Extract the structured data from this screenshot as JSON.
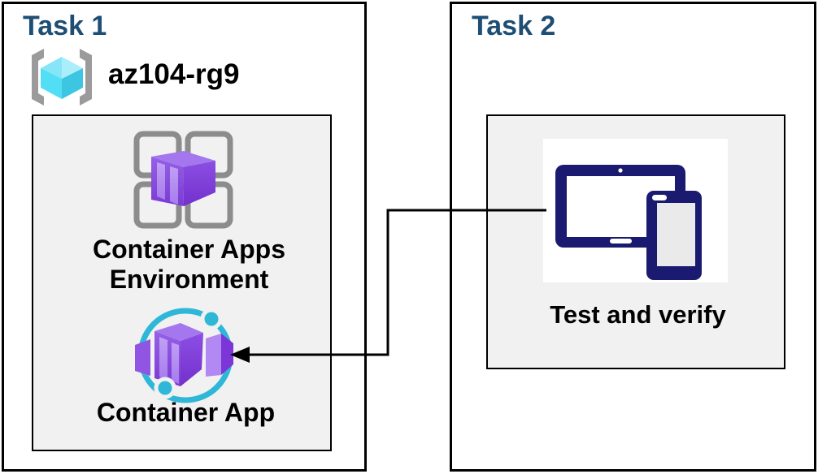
{
  "task1": {
    "title": "Task 1",
    "resource_group_name": "az104-rg9",
    "environment_label_line1": "Container Apps",
    "environment_label_line2": "Environment",
    "app_label": "Container App"
  },
  "task2": {
    "title": "Task 2",
    "test_label": "Test and verify"
  },
  "connector": {
    "type": "elbow-arrow",
    "from": "devices-icon",
    "to": "container-app-icon"
  },
  "icons": {
    "resource_group": "resource-group-icon",
    "container_apps_environment": "container-apps-environment-icon",
    "container_app": "container-app-icon",
    "devices": "devices-icon"
  },
  "colors": {
    "heading_navy": "#1E4E74",
    "label_black": "#000000",
    "panel_border": "#000000",
    "inner_box_fill": "#F1F1F1",
    "azure_purple_mid": "#8246DC",
    "azure_purple_dark": "#7B35D2",
    "azure_purple_light": "#A982EE",
    "azure_cyan": "#2FB7D8",
    "rg_cube_cyan_light": "#ABEEFB",
    "rg_cube_cyan_bright": "#52DFF5",
    "rg_cube_cyan_dark": "#3CC6E2",
    "bracket_gray": "#9B9B9B",
    "frame_gray": "#8C8C8C",
    "device_navy": "#1A1A70",
    "phone_screen_gray": "#EAEAEA"
  }
}
